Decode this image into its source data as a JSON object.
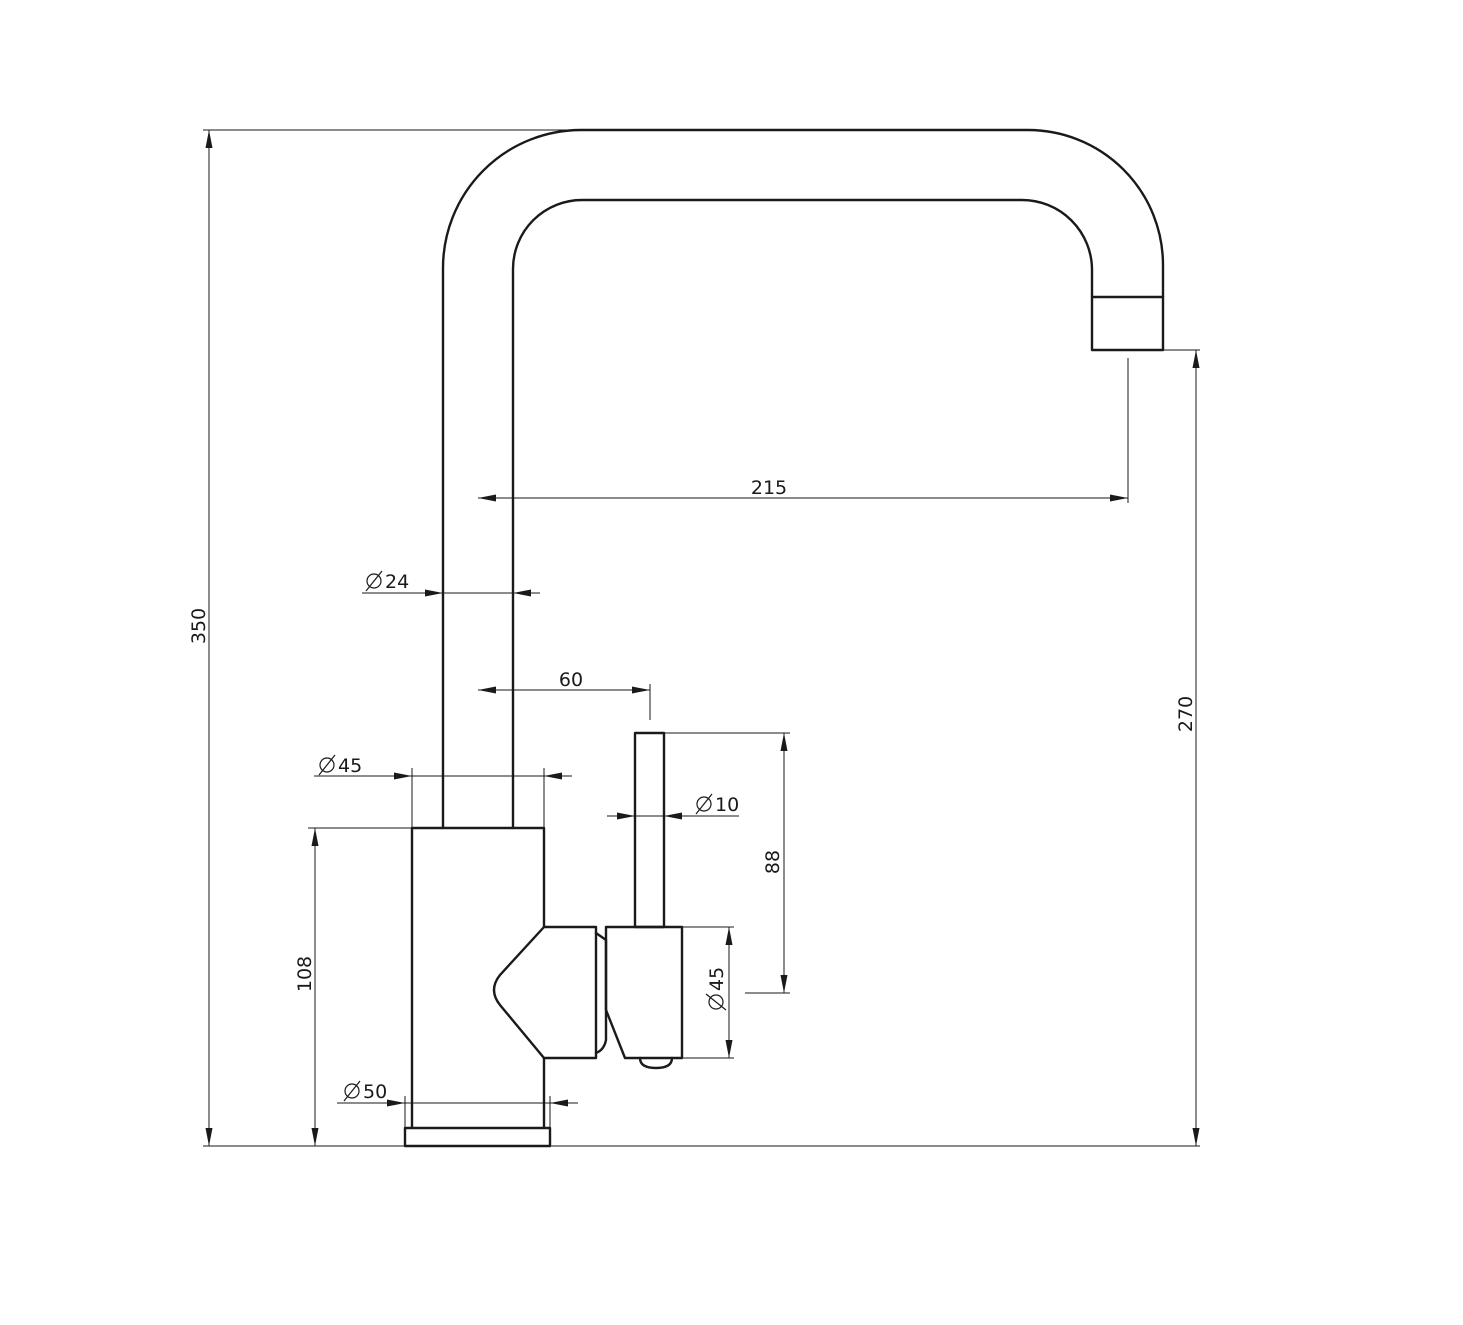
{
  "dimensions": {
    "total_height": "350",
    "spout_height": "270",
    "spout_reach": "215",
    "spout_tube_diameter": "24",
    "handle_offset": "60",
    "body_diameter": "45",
    "lever_diameter": "10",
    "lever_length": "88",
    "body_height": "108",
    "handle_diameter": "45",
    "base_diameter": "50"
  },
  "diameter_symbol": "∅"
}
